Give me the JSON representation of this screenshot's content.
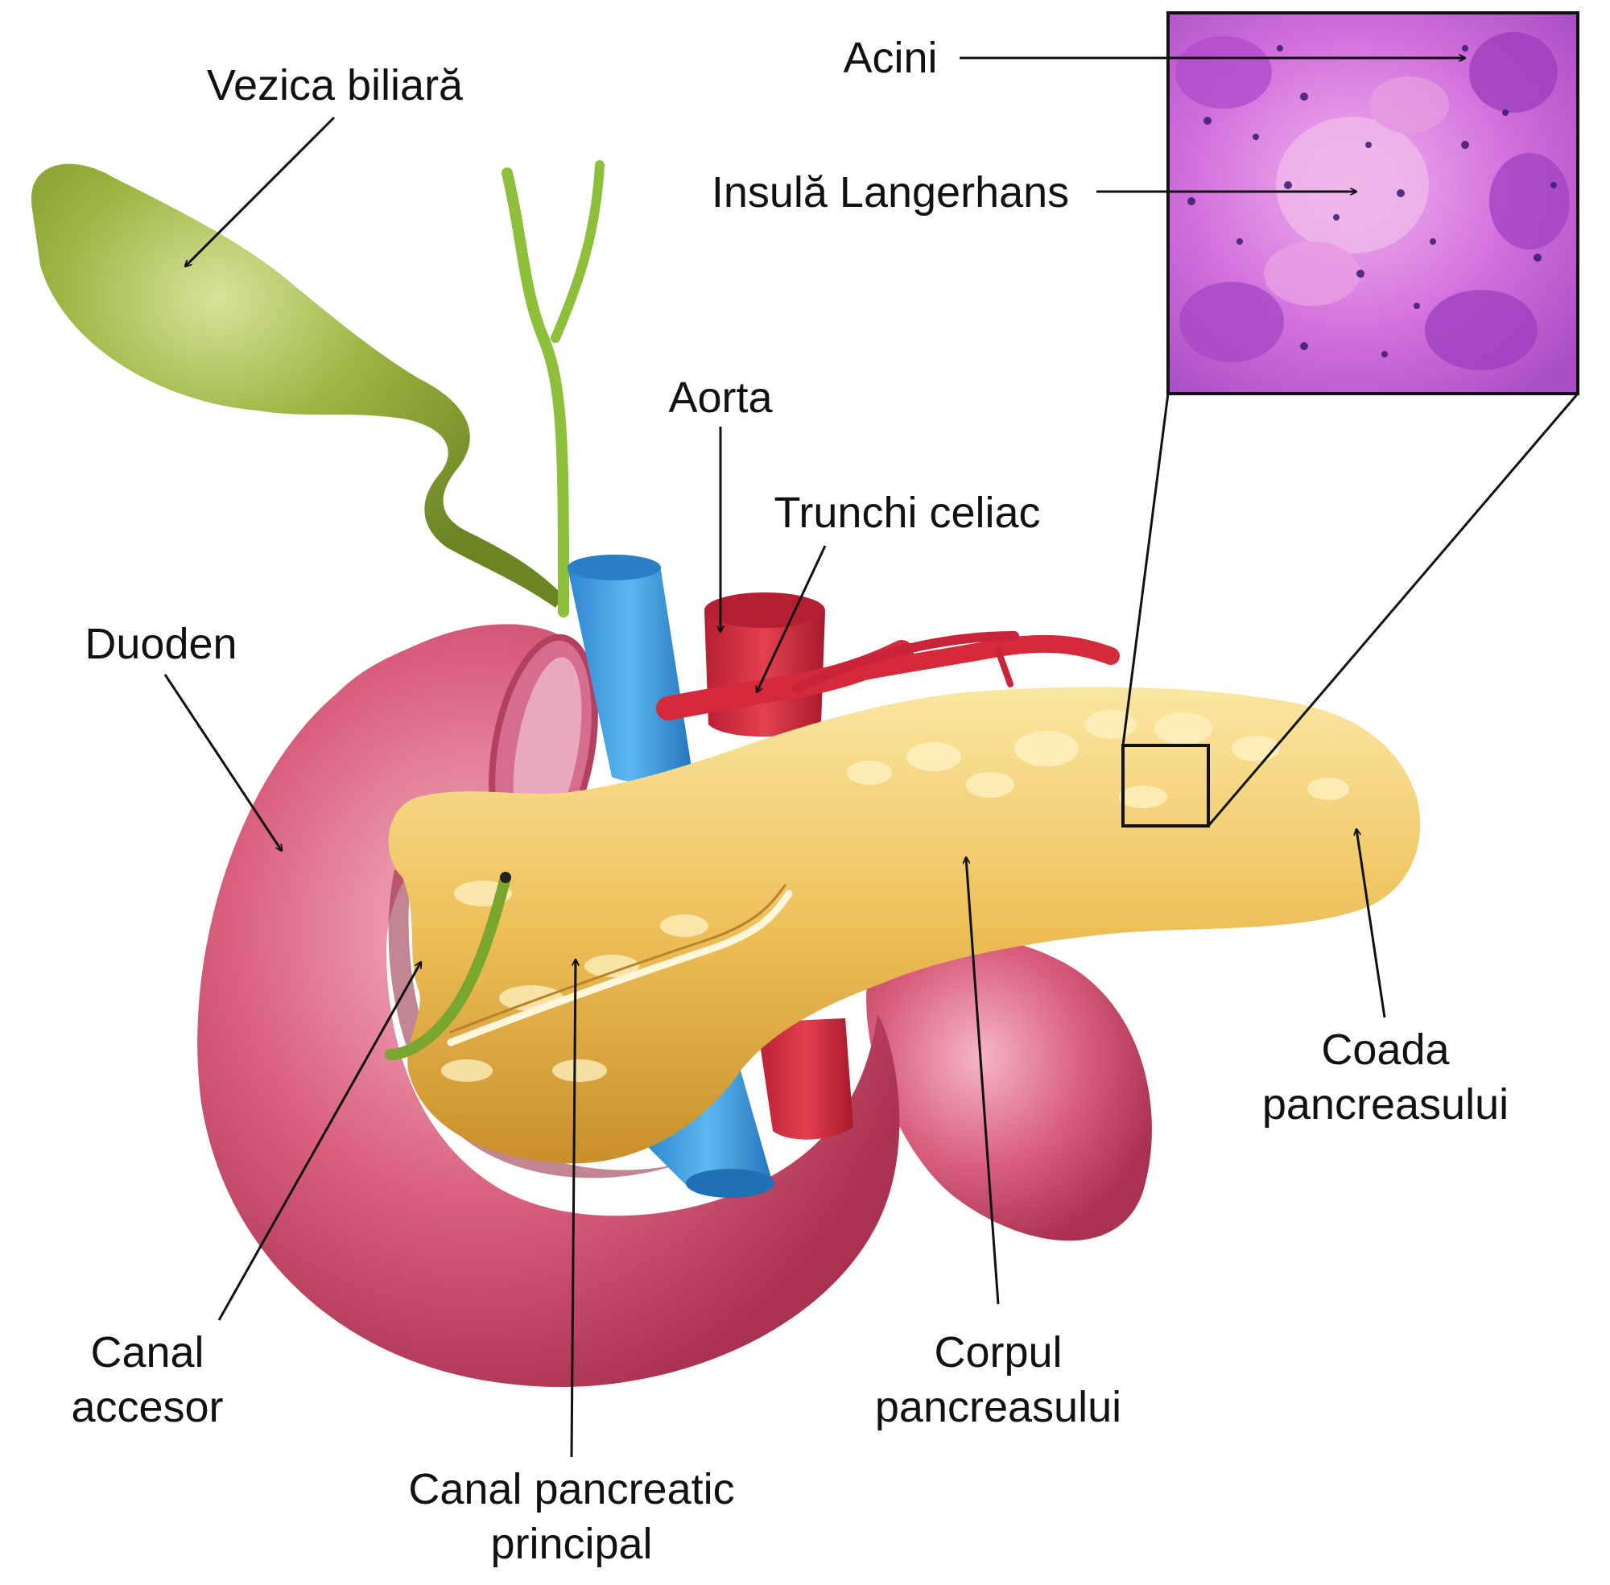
{
  "labels": {
    "gallbladder": "Vezica biliară",
    "duodenum": "Duoden",
    "aorta": "Aorta",
    "celiac_trunk": "Trunchi celiac",
    "acini": "Acini",
    "islet": "Insulă Langerhans",
    "tail_line1": "Coada",
    "tail_line2": "pancreasului",
    "body_line1": "Corpul",
    "body_line2": "pancreasului",
    "accessory_duct_line1": "Canal",
    "accessory_duct_line2": "accesor",
    "main_duct_line1": "Canal pancreatic",
    "main_duct_line2": "principal"
  },
  "colors": {
    "gallbladder": "#8fa83a",
    "duodenum": "#d9637f",
    "pancreas": "#e8b648",
    "vein": "#3c9be0",
    "artery": "#d42a3c",
    "histology": "#c85ad6",
    "ink": "#111111"
  }
}
